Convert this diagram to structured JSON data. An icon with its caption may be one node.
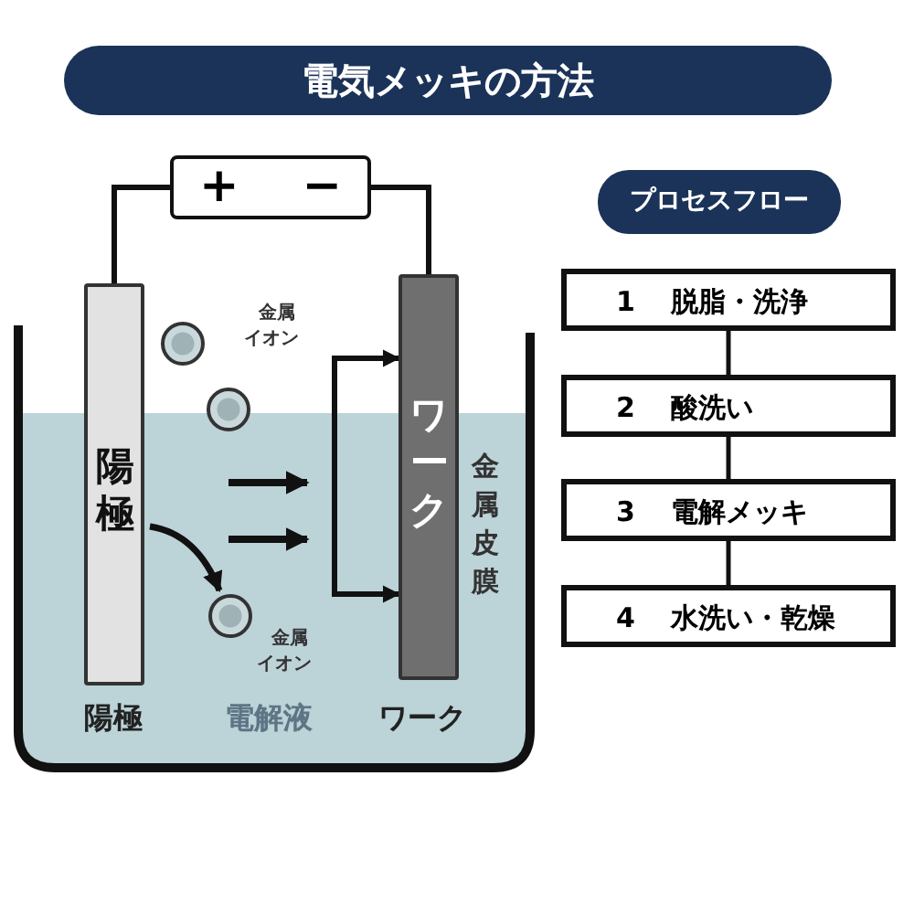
{
  "diagram": {
    "title": "電気メッキの方法",
    "nodes": [
      {
        "text": [
          "+",
          "−"
        ]
      },
      {
        "text": [
          "陽極"
        ],
        "beside": [
          "陽極"
        ]
      },
      {
        "text": [],
        "shape": "circle",
        "beside": [
          "金属イオン"
        ]
      },
      {
        "text": [],
        "shape": "circle"
      },
      {
        "text": [],
        "shape": "circle",
        "beside": [
          "金属イオン"
        ]
      },
      {
        "text": [
          "ワーク"
        ],
        "beside": [
          "金属皮膜",
          "ワーク"
        ]
      },
      {
        "text": [
          "プロセスフロー"
        ]
      },
      {
        "text": [
          "1",
          "脱脂・洗浄"
        ]
      },
      {
        "text": [
          "2",
          "酸洗い"
        ]
      },
      {
        "text": [
          "3",
          "電解メッキ"
        ]
      },
      {
        "text": [
          "4",
          "水洗い・乾燥"
        ]
      }
    ],
    "edges": [
      {
        "from": 0,
        "to": 1,
        "arrow": "none"
      },
      {
        "from": 0,
        "to": 5,
        "arrow": "none"
      },
      {
        "from": 1,
        "to": 4,
        "arrow": "to"
      },
      {
        "from": null,
        "to": 5,
        "arrow": "to"
      },
      {
        "from": null,
        "to": 5,
        "arrow": "to"
      },
      {
        "from": 7,
        "to": 8,
        "arrow": "none"
      },
      {
        "from": 8,
        "to": 9,
        "arrow": "none"
      },
      {
        "from": 9,
        "to": 10,
        "arrow": "none"
      }
    ],
    "labels": [
      "電解液"
    ]
  }
}
